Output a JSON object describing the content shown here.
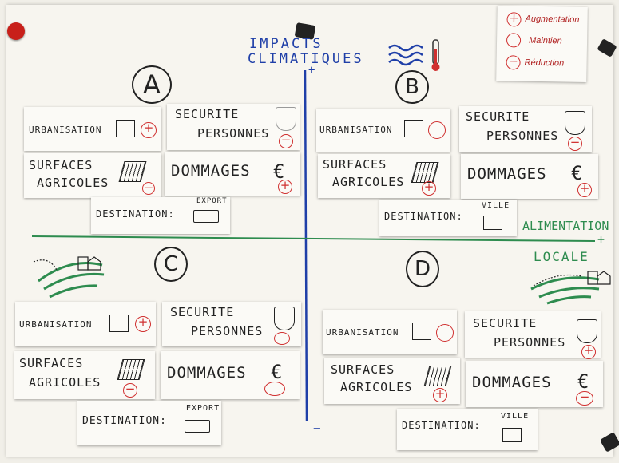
{
  "title": {
    "line1": "IMPACTS",
    "line2": "CLIMATIQUES"
  },
  "axis": {
    "plus": "+",
    "minus": "−",
    "right_label1": "ALIMENTATION",
    "right_label2": "LOCALE",
    "right_plus": "+"
  },
  "legend": {
    "increase": "Augmentation",
    "keep": "Maintien",
    "decrease": "Réduction"
  },
  "quadrants": {
    "A": {
      "letter": "A",
      "urbanisation": "URBANISATION",
      "securite1": "SECURITE",
      "securite2": "PERSONNES",
      "surfaces1": "SURFACES",
      "surfaces2": "AGRICOLES",
      "dommages": "DOMMAGES",
      "euro": "€",
      "destination": "DESTINATION:",
      "dest_value": "EXPORT"
    },
    "B": {
      "letter": "B",
      "urbanisation": "URBANISATION",
      "securite1": "SECURITE",
      "securite2": "PERSONNES",
      "surfaces1": "SURFACES",
      "surfaces2": "AGRICOLES",
      "dommages": "DOMMAGES",
      "euro": "€",
      "destination": "DESTINATION:",
      "dest_value": "VILLE"
    },
    "C": {
      "letter": "C",
      "urbanisation": "URBANISATION",
      "securite1": "SECURITE",
      "securite2": "PERSONNES",
      "surfaces1": "SURFACES",
      "surfaces2": "AGRICOLES",
      "dommages": "DOMMAGES",
      "euro": "€",
      "destination": "DESTINATION:",
      "dest_value": "EXPORT"
    },
    "D": {
      "letter": "D",
      "urbanisation": "URBANISATION",
      "securite1": "SECURITE",
      "securite2": "PERSONNES",
      "surfaces1": "SURFACES",
      "surfaces2": "AGRICOLES",
      "dommages": "DOMMAGES",
      "euro": "€",
      "destination": "DESTINATION:",
      "dest_value": "VILLE"
    }
  },
  "colors": {
    "axis_blue": "#1f3fa8",
    "axis_green": "#2e8c4f",
    "mark_red": "#d03030",
    "magnet_red": "#c8201a"
  }
}
